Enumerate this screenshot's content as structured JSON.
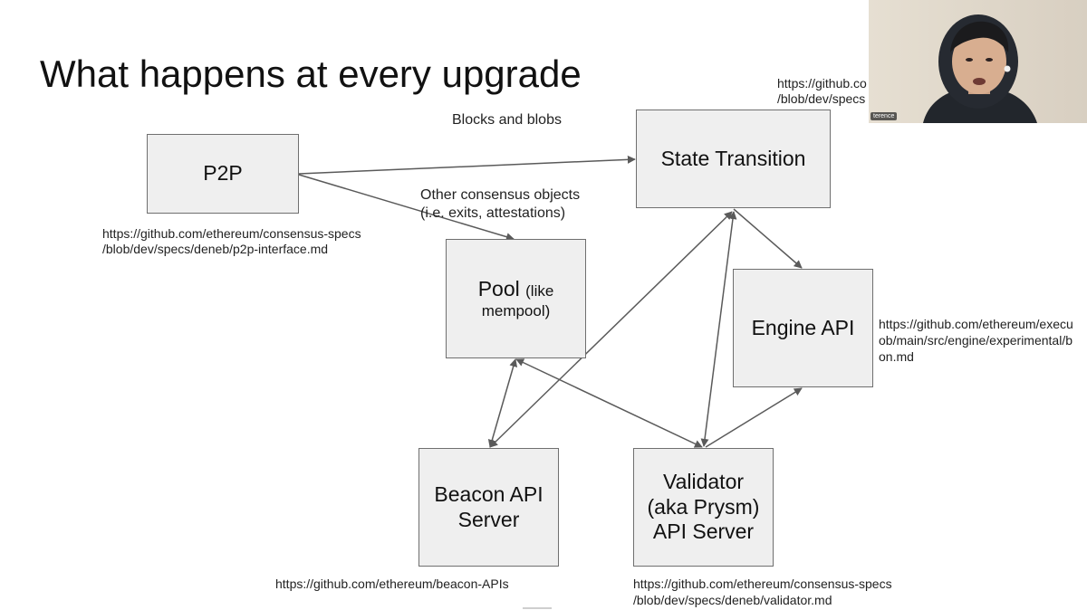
{
  "title": "What happens at every upgrade",
  "boxes": {
    "p2p": "P2P",
    "state_transition": "State Transition",
    "pool_main": "Pool",
    "pool_paren_open": "(like",
    "pool_paren_close": "mempool)",
    "engine_api": "Engine API",
    "beacon_api_line1": "Beacon API",
    "beacon_api_line2": "Server",
    "validator_line1": "Validator",
    "validator_line2": "(aka Prysm)",
    "validator_line3": "API Server"
  },
  "labels": {
    "blocks_and_blobs": "Blocks and blobs",
    "other_consensus_line1": "Other consensus objects",
    "other_consensus_line2": "(i.e. exits, attestations)"
  },
  "links": {
    "p2p_line1": "https://github.com/ethereum/consensus-specs",
    "p2p_line2": "/blob/dev/specs/deneb/p2p-interface.md",
    "state_line1": "https://github.co",
    "state_line2": "/blob/dev/specs",
    "engine_line1": "https://github.com/ethereum/execu",
    "engine_line2": "ob/main/src/engine/experimental/b",
    "engine_line3": "on.md",
    "beacon": "https://github.com/ethereum/beacon-APIs",
    "validator_line1": "https://github.com/ethereum/consensus-specs",
    "validator_line2": "/blob/dev/specs/deneb/validator.md"
  },
  "webcam": {
    "name": "terence"
  },
  "colors": {
    "box_fill": "#efefef",
    "box_border": "#6f6f6f",
    "arrow": "#5a5a5a"
  }
}
